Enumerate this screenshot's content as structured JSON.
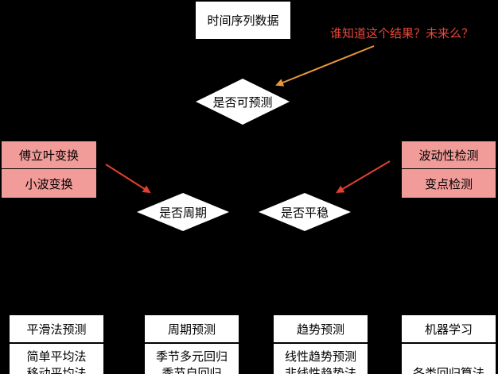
{
  "title": "时间序列数据",
  "annotation": "谁知道这个结果？未来么？",
  "colors": {
    "background": "#000000",
    "pink": "#f19c99",
    "annotation": "#e8473b",
    "arrow_orange": "#e8973a",
    "arrow_red": "#e04030"
  },
  "decisions": {
    "predictable": "是否可预测",
    "periodic": "是否周期",
    "stationary": "是否平稳"
  },
  "left_methods": [
    "傅立叶变换",
    "小波变换"
  ],
  "right_methods": [
    "波动性检测",
    "变点检测"
  ],
  "columns": [
    {
      "header": "平滑法预测",
      "items": [
        "简单平均法",
        "移动平均法"
      ]
    },
    {
      "header": "周期预测",
      "items": [
        "季节多元回归",
        "季节自回归"
      ]
    },
    {
      "header": "趋势预测",
      "items": [
        "线性趋势预测",
        "非线性趋势法"
      ]
    },
    {
      "header": "机器学习",
      "items": [
        "",
        "各类回归算法"
      ]
    }
  ]
}
